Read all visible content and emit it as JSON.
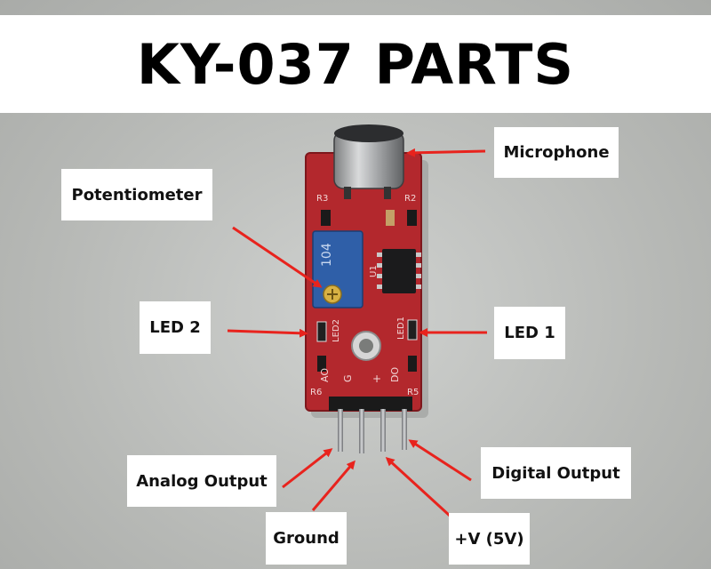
{
  "title": "KY-037 PARTS",
  "labels": {
    "microphone": "Microphone",
    "potentiometer": "Potentiometer",
    "led2": "LED 2",
    "led1": "LED 1",
    "analog_output": "Analog Output",
    "digital_output": "Digital Output",
    "ground": "Ground",
    "vplus": "+V (5V)"
  },
  "board_markings": {
    "ao": "AO",
    "g": "G",
    "plus": "+",
    "do": "DO",
    "r6": "R6",
    "r5": "R5",
    "r3": "R3",
    "r2": "R2",
    "u1": "U1",
    "led1": "LED1",
    "led2": "LED2",
    "pot_code": "104"
  },
  "colors": {
    "arrow": "#e8231d",
    "board": "#b3282d",
    "pot": "#2f5fa8"
  }
}
